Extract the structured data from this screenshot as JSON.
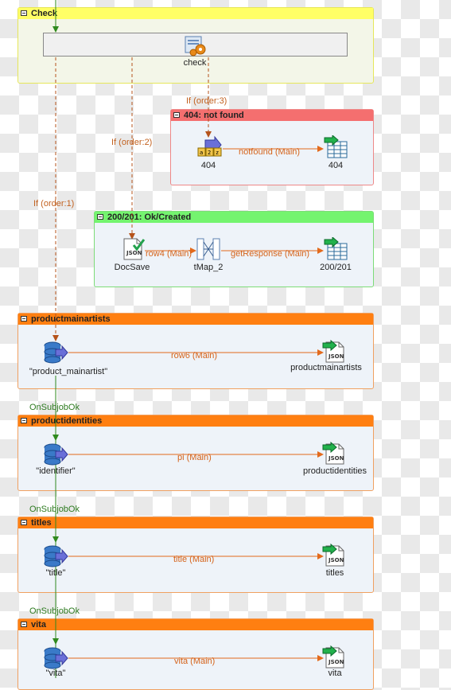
{
  "subjobs": {
    "check": {
      "title": "Check",
      "color": "#ffff66"
    },
    "notfound": {
      "title": "404: not found",
      "color": "#f46f6f"
    },
    "created": {
      "title": "200/201: Ok/Created",
      "color": "#74f46f"
    },
    "productmainartists": {
      "title": "productmainartists",
      "color": "#ff7f11"
    },
    "productidentities": {
      "title": "productidentities",
      "color": "#ff7f11"
    },
    "titles": {
      "title": "titles",
      "color": "#ff7f11"
    },
    "vita": {
      "title": "vita",
      "color": "#ff7f11"
    }
  },
  "components": {
    "check": "check",
    "notfound_in": "404",
    "notfound_out": "404",
    "docsave": "DocSave",
    "tmap": "tMap_2",
    "resp": "200/201",
    "pma_in": "\"product_mainartist\"",
    "pma_out": "productmainartists",
    "pi_in": "\"identifier\"",
    "pi_out": "productidentities",
    "title_in": "\"title\"",
    "title_out": "titles",
    "vita_in": "\"vita\"",
    "vita_out": "vita"
  },
  "links": {
    "notfound": "notfound (Main)",
    "row4": "row4 (Main)",
    "getresponse": "getResponse (Main)",
    "row6": "row6 (Main)",
    "pi": "pi (Main)",
    "title": "title (Main)",
    "vita": "vita (Main)"
  },
  "triggers": {
    "order1": "If (order:1)",
    "order2": "If (order:2)",
    "order3": "If (order:3)",
    "ok1": "OnSubjobOk",
    "ok2": "OnSubjobOk",
    "ok3": "OnSubjobOk"
  },
  "colors": {
    "main_link": "#e36a1c",
    "trigger": "#b5531b",
    "ok_link": "#2f8a1e"
  },
  "icons": {
    "check": "gear-doc-icon",
    "db_input": "database-input-icon",
    "json_output": "json-output-icon",
    "fixed_input": "fixed-flow-input-icon",
    "table_output": "table-output-icon",
    "tmap": "tmap-icon",
    "json_save": "json-save-icon"
  }
}
